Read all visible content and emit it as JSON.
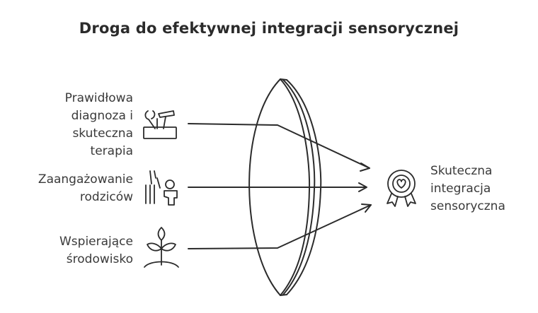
{
  "title": "Droga do efektywnej integracji sensorycznej",
  "inputs": [
    {
      "lines": [
        "Prawidłowa",
        "diagnoza i",
        "skuteczna",
        "terapia"
      ],
      "icon": "tools-icon"
    },
    {
      "lines": [
        "Zaangażowanie",
        "rodziców"
      ],
      "icon": "parent-child-icon"
    },
    {
      "lines": [
        "Wspierające",
        "środowisko"
      ],
      "icon": "sprout-icon"
    }
  ],
  "output": {
    "lines": [
      "Skuteczna",
      "integracja",
      "sensoryczna"
    ],
    "icon": "heart-badge-icon"
  },
  "colors": {
    "stroke": "#2b2b2b",
    "text": "#3a3a3a"
  }
}
